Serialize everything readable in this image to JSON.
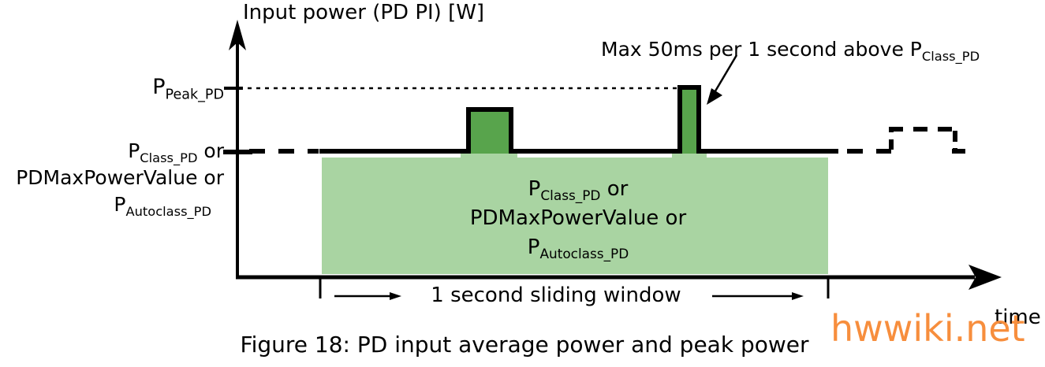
{
  "figure": {
    "caption": "Figure 18:  PD input average power and peak power",
    "watermark": "hwwiki.net"
  },
  "axes": {
    "y_title": "Input power (PD PI) [W]",
    "x_label": "time"
  },
  "y_axis_labels": {
    "peak": {
      "main": "P",
      "sub": "Peak_PD"
    },
    "class": {
      "main": "P",
      "sub": "Class_PD",
      "suffix": " or"
    },
    "pdmax": "PDMaxPowerValue or",
    "autoclass": {
      "main": "P",
      "sub": "Autoclass_PD"
    }
  },
  "region_label": {
    "line1": {
      "main": "P",
      "sub": "Class_PD",
      "suffix": " or"
    },
    "line2": "PDMaxPowerValue or",
    "line3": {
      "main": "P",
      "sub": "Autoclass_PD"
    }
  },
  "annotation": {
    "text": "Max 50ms per 1 second above P",
    "sub": "Class_PD"
  },
  "x_axis_annotation": "1 second sliding window",
  "colors": {
    "pulse_fill": "#58a44c",
    "region_fill": "#a9d4a2",
    "line": "#000000",
    "watermark": "#f78e3d"
  }
}
